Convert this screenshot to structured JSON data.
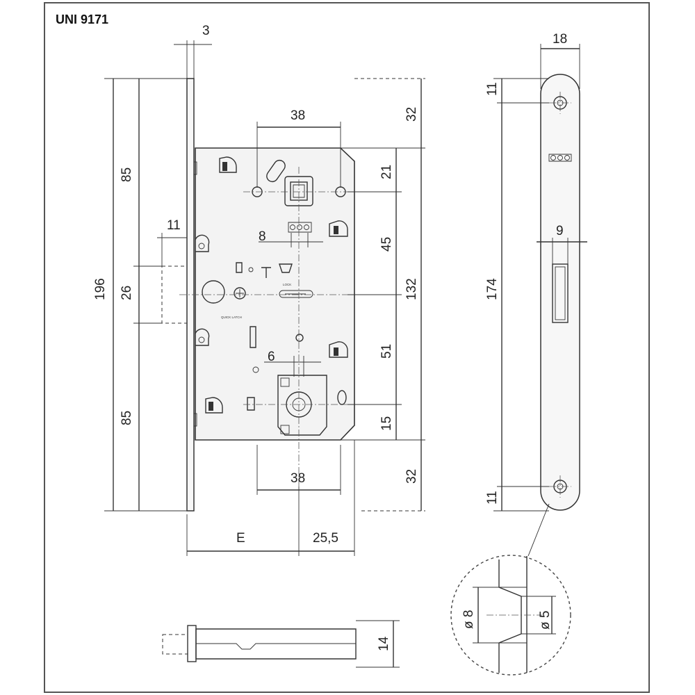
{
  "title": "UNI 9171",
  "lock_labels": {
    "quick_latch": "QUICK LATCH",
    "lock": "LOCK"
  },
  "front_view_dimensions": {
    "faceplate_thickness": "3",
    "total_height": "196",
    "upper_section": "85",
    "lower_section": "85",
    "latch_height": "26",
    "latch_projection": "11",
    "handle_spacing_top": "38",
    "handle_spacing_bottom": "38",
    "spindle_square": "8",
    "key_square": "6",
    "backset": "E",
    "edge_distance": "25,5",
    "right_top_offset": "32",
    "right_bottom_offset": "32",
    "upper_hole_offset": "21",
    "spindle_to_latch": "45",
    "latch_to_key": "51",
    "key_to_bottom": "15",
    "case_height": "132"
  },
  "side_view_dimensions": {
    "plate_width": "18",
    "screw_spacing": "174",
    "top_screw_offset": "11",
    "bottom_screw_offset": "11",
    "latch_window_width": "9"
  },
  "detail_dimensions": {
    "countersink_diameter": "ø 8",
    "hole_diameter": "ø 5"
  },
  "bolt_dimensions": {
    "height": "14"
  }
}
